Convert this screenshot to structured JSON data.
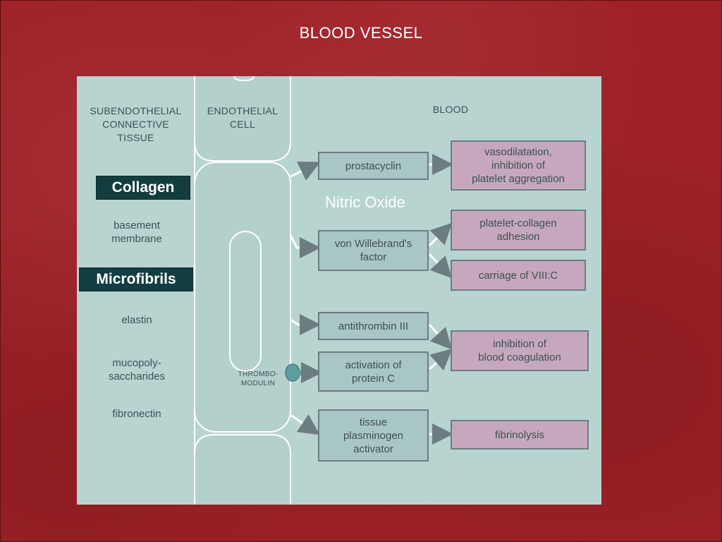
{
  "slide": {
    "title": "BLOOD VESSEL"
  },
  "diagram": {
    "headers": {
      "subendothelial": "SUBENDOTHELIAL\nCONNECTIVE\nTISSUE",
      "endothelial": "ENDOTHELIAL\nCELL",
      "blood": "BLOOD"
    },
    "connective_tissue": {
      "collagen": "Collagen",
      "basement_membrane": "basement\nmembrane",
      "microfibrils": "Microfibrils",
      "elastin": "elastin",
      "mucopolysaccharides": "mucopoly-\nsaccharides",
      "fibronectin": "fibronectin"
    },
    "thrombomodulin": "THROMBO-\nMODULIN",
    "overlay_label": "Nitric Oxide",
    "products": {
      "prostacyclin": "prostacyclin",
      "von_willebrand": "von Willebrand's\nfactor",
      "antithrombin": "antithrombin III",
      "protein_c": "activation of\nprotein C",
      "tpa": "tissue\nplasminogen\nactivator"
    },
    "effects": {
      "vasodilatation": "vasodilatation,\ninhibition of\nplatelet aggregation",
      "platelet_collagen": "platelet-collagen\nadhesion",
      "carriage": "carriage of VIII:C",
      "coagulation": "inhibition of\nblood coagulation",
      "fibrinolysis": "fibrinolysis"
    }
  },
  "colors": {
    "background": "#9e2127",
    "panel": "#b7d4d1",
    "badge": "#133e3f",
    "product_box": "#a9c6c7",
    "effect_box": "#c6a8be"
  }
}
